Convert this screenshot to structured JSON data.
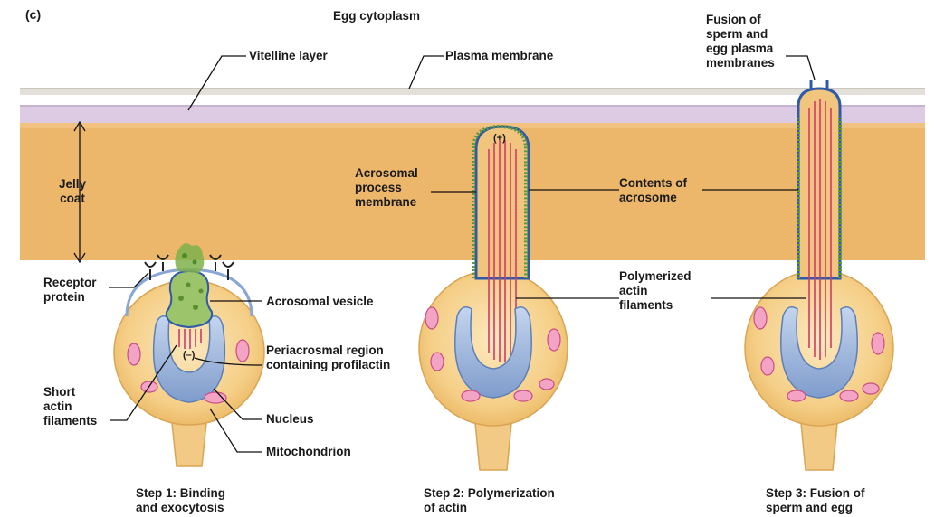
{
  "panel_label": "(c)",
  "labels": {
    "egg_cytoplasm": "Egg cytoplasm",
    "vitelline_layer": "Vitelline layer",
    "plasma_membrane": "Plasma membrane",
    "fusion_membranes": "Fusion of\nsperm and\negg plasma\nmembranes",
    "jelly_coat": "Jelly\ncoat",
    "receptor_protein": "Receptor\nprotein",
    "acrosomal_vesicle": "Acrosomal vesicle",
    "periacrosomal_region": "Periacrosmal region\ncontaining profilactin",
    "short_actin": "Short\nactin\nfilaments",
    "nucleus": "Nucleus",
    "mitochondrion": "Mitochondrion",
    "acrosomal_process_membrane": "Acrosomal\nprocess\nmembrane",
    "contents_of_acrosome": "Contents of\nacrosome",
    "polymerized_actin": "Polymerized\nactin\nfilaments",
    "plus_end": "(+)",
    "minus_end": "(–)"
  },
  "steps": [
    {
      "label": "Step 1: Binding\nand exocytosis"
    },
    {
      "label": "Step 2: Polymerization\nof actin"
    },
    {
      "label": "Step 3: Fusion of\nsperm and egg"
    }
  ],
  "colors": {
    "jelly_coat": "#ebb469",
    "vitelline": "#d9c7de",
    "plasma_membrane": "#d6d4cc",
    "sperm_body": "#f5d390",
    "nucleus": "#9fb8dc",
    "actin": "#d23a6a",
    "acrosome_green": "#5b9a3a",
    "membrane_blue": "#2f5aa8"
  }
}
